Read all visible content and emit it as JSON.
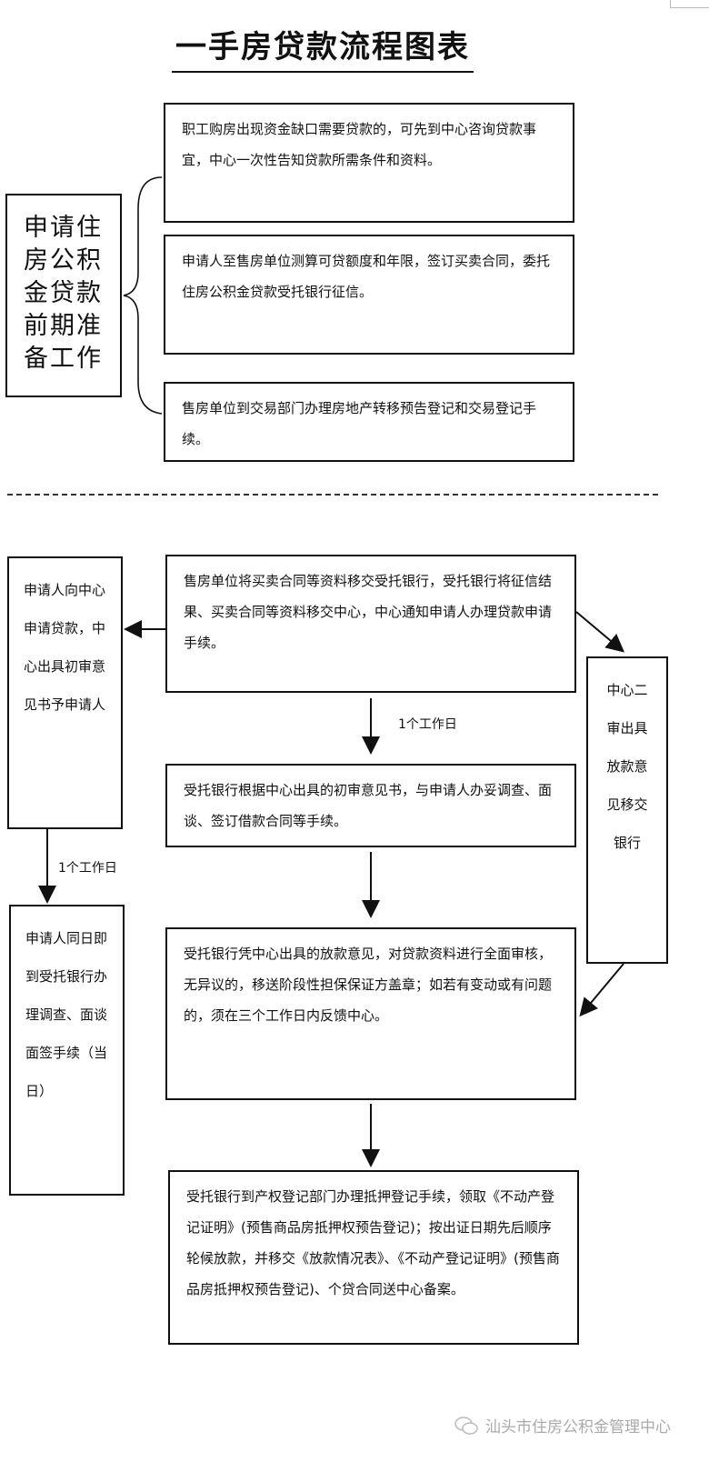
{
  "title": "一手房贷款流程图表",
  "section1": {
    "left_label": "申请住房公积金贷款前期准备工作",
    "boxes": [
      "职工购房出现资金缺口需要贷款的，可先到中心咨询贷款事宜，中心一次性告知贷款所需条件和资料。",
      "申请人至售房单位测算可贷额度和年限，签订买卖合同，委托住房公积金贷款受托银行征信。",
      "售房单位到交易部门办理房地产转移预告登记和交易登记手续。"
    ]
  },
  "section2": {
    "center_boxes": [
      "售房单位将买卖合同等资料移交受托银行，受托银行将征信结果、买卖合同等资料移交中心，中心通知申请人办理贷款申请手续。",
      "受托银行根据中心出具的初审意见书，与申请人办妥调查、面谈、签订借款合同等手续。",
      "受托银行凭中心出具的放款意见，对贷款资料进行全面审核，无异议的，移送阶段性担保保证方盖章；如若有变动或有问题的，须在三个工作日内反馈中心。",
      "受托银行到产权登记部门办理抵押登记手续，领取《不动产登记证明》(预售商品房抵押权预告登记)；按出证日期先后顺序轮候放款，并移交《放款情况表》、《不动产登记证明》(预售商品房抵押权预告登记)、个贷合同送中心备案。"
    ],
    "left_boxes": [
      "申请人向中心申请贷款，中心出具初审意见书予申请人",
      "申请人同日即到受托银行办理调查、面谈面签手续（当日）"
    ],
    "right_box": "中心二审出具放款意见移交银行",
    "note_center": "1个工作日",
    "note_left": "1个工作日"
  },
  "watermark": "汕头市住房公积金管理中心"
}
